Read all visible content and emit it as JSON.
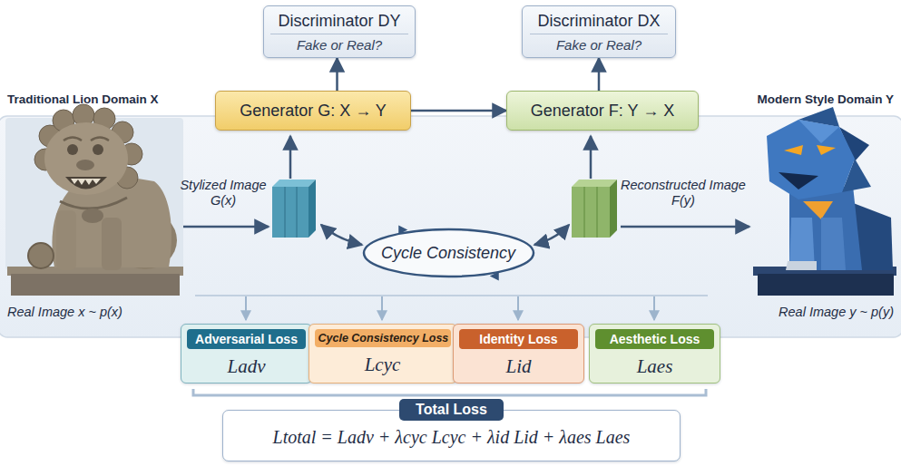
{
  "diagram": {
    "nodes": [
      {
        "text": [
          "Discriminator DY",
          "Fake or Real?"
        ]
      },
      {
        "text": [
          "Discriminator DX",
          "Fake or Real?"
        ]
      },
      {
        "text": [
          "Traditional Lion Domain X",
          "Real Image x ~ p(x)"
        ]
      },
      {
        "text": [
          "Generator G: X → Y"
        ]
      },
      {
        "text": [
          "Generator F: Y → X"
        ]
      },
      {
        "text": [
          "Modern Style Domain Y",
          "Real Image y ~ p(y)"
        ]
      },
      {
        "text": [
          "Cycle Consistency"
        ]
      },
      {
        "text": [
          "Adversarial Loss",
          "Ladv"
        ]
      },
      {
        "text": [
          "Cycle Consistency Loss",
          "Lcyc"
        ]
      },
      {
        "text": [
          "Identity Loss",
          "Lid"
        ]
      },
      {
        "text": [
          "Aesthetic Loss",
          "Laes"
        ]
      },
      {
        "text": [
          "Total Loss",
          "Ltotal = Ladv + λcyc Lcyc + λid Lid + λaes Laes"
        ]
      }
    ],
    "edges": [
      {
        "from": 3,
        "to": 0,
        "arrow": "to"
      },
      {
        "from": 4,
        "to": 1,
        "arrow": "to"
      },
      {
        "from": 3,
        "to": 4,
        "arrow": "to"
      }
    ],
    "labels": [
      "Stylized Image G(x)",
      "Reconstructed Image F(y)"
    ]
  }
}
